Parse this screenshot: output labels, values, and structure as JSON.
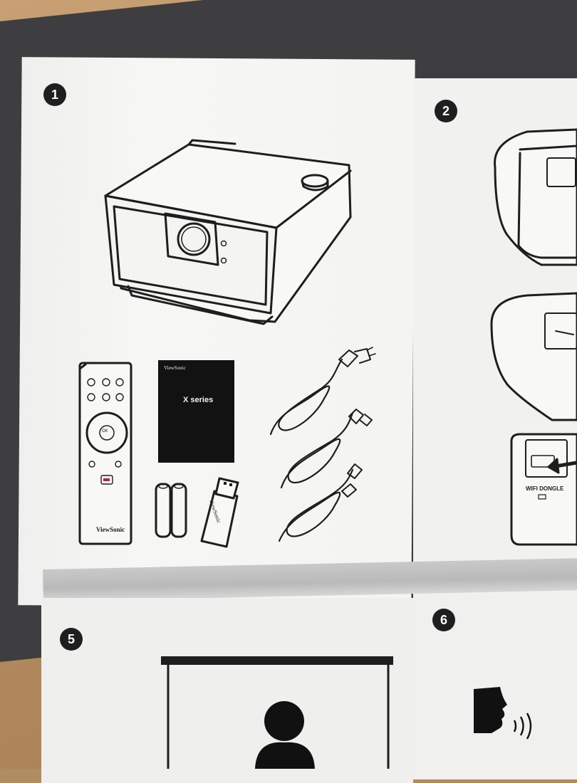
{
  "steps": {
    "step1": "1",
    "step2": "2",
    "step5": "5",
    "step6": "6"
  },
  "items": {
    "remote_brand": "ViewSonic",
    "remote_ok": "OK",
    "manual_brand": "ViewSonic",
    "manual_title": "X series",
    "dongle_brand": "ViewSonic",
    "wifi_dongle": "WIFI DONGLE"
  },
  "icons": {
    "projector": "projector-icon",
    "remote": "remote-control-icon",
    "manual": "manual-booklet-icon",
    "batteries": "batteries-icon",
    "dongle": "usb-dongle-icon",
    "power_cable": "power-cable-icon",
    "hdmi_cable": "hdmi-cable-icon",
    "usb_cable": "usb-cable-icon",
    "screen": "projection-screen-icon",
    "person": "person-icon",
    "voice": "voice-command-icon"
  },
  "colors": {
    "badge": "#1f1f1f",
    "paper": "#f3f3f1",
    "ink": "#1f1f1f"
  }
}
